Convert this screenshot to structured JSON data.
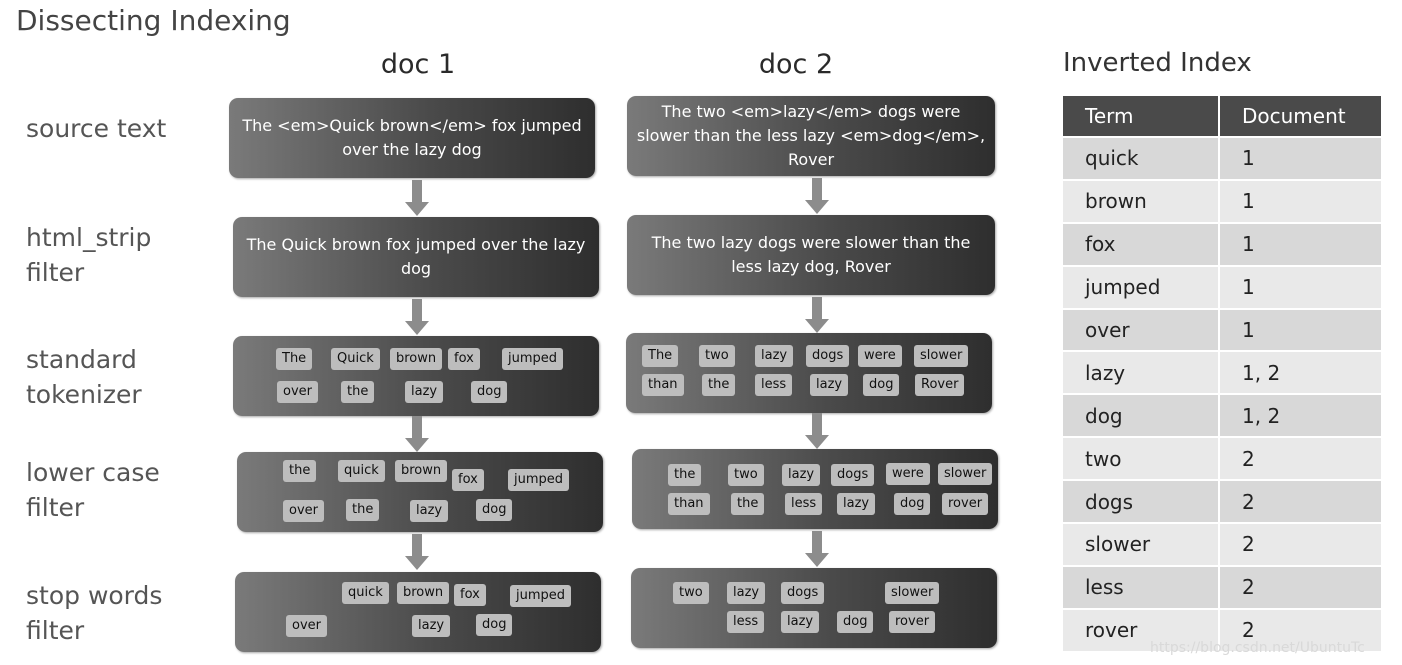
{
  "title": "Dissecting Indexing",
  "columns": {
    "doc1": "doc 1",
    "doc2": "doc 2"
  },
  "row_labels": [
    {
      "line1": "source text",
      "line2": ""
    },
    {
      "line1": "html_strip",
      "line2": "filter"
    },
    {
      "line1": "standard",
      "line2": "tokenizer"
    },
    {
      "line1": "lower case",
      "line2": "filter"
    },
    {
      "line1": "stop words",
      "line2": "filter"
    }
  ],
  "doc1": {
    "source": "The <em>Quick brown</em> fox jumped over the lazy dog",
    "stripped": "The Quick brown fox jumped over the lazy dog",
    "tokens": [
      "The",
      "Quick",
      "brown",
      "fox",
      "jumped",
      "over",
      "the",
      "lazy",
      "dog"
    ],
    "lower": [
      "the",
      "quick",
      "brown",
      "fox",
      "jumped",
      "over",
      "the",
      "lazy",
      "dog"
    ],
    "stop": [
      "quick",
      "brown",
      "fox",
      "jumped",
      "over",
      "lazy",
      "dog"
    ]
  },
  "doc2": {
    "source": "The two <em>lazy</em> dogs were slower than the less lazy <em>dog</em>, Rover",
    "stripped": "The two lazy dogs were slower than the less lazy dog, Rover",
    "tokens": [
      "The",
      "two",
      "lazy",
      "dogs",
      "were",
      "slower",
      "than",
      "the",
      "less",
      "lazy",
      "dog",
      "Rover"
    ],
    "lower": [
      "the",
      "two",
      "lazy",
      "dogs",
      "were",
      "slower",
      "than",
      "the",
      "less",
      "lazy",
      "dog",
      "rover"
    ],
    "stop": [
      "two",
      "lazy",
      "dogs",
      "slower",
      "less",
      "lazy",
      "dog",
      "rover"
    ]
  },
  "inverted_index": {
    "title": "Inverted Index",
    "headers": [
      "Term",
      "Document"
    ],
    "rows": [
      [
        "quick",
        "1"
      ],
      [
        "brown",
        "1"
      ],
      [
        "fox",
        "1"
      ],
      [
        "jumped",
        "1"
      ],
      [
        "over",
        "1"
      ],
      [
        "lazy",
        "1, 2"
      ],
      [
        "dog",
        "1, 2"
      ],
      [
        "two",
        "2"
      ],
      [
        "dogs",
        "2"
      ],
      [
        "slower",
        "2"
      ],
      [
        "less",
        "2"
      ],
      [
        "rover",
        "2"
      ]
    ]
  },
  "watermark": "https://blog.csdn.net/UbuntuTc",
  "colors": {
    "box_dark": "#2e2e2e",
    "box_light": "#7a7a7a",
    "token_bg": "#bdbdbd",
    "arrow": "#8c8c8c",
    "table_header": "#4a4a4a"
  }
}
